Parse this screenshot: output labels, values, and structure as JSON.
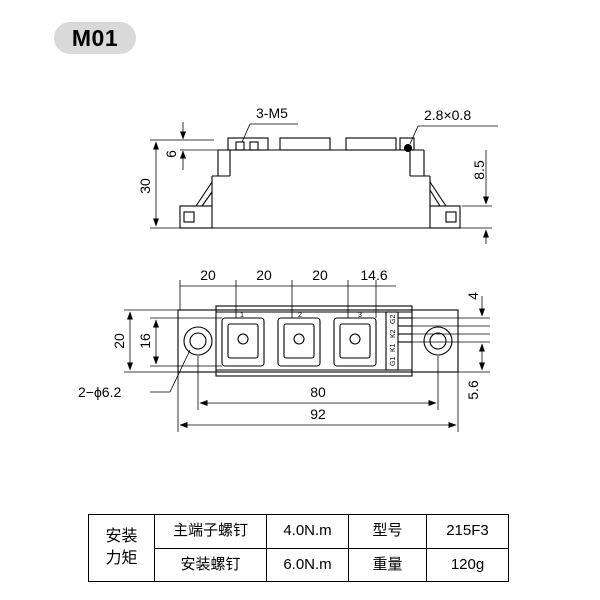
{
  "model": "M01",
  "side_view": {
    "dims": {
      "height_total": "30",
      "terminal_h": "6",
      "mount_h": "8.5",
      "screws": "3-M5",
      "tab": "2.8×0.8"
    }
  },
  "top_view": {
    "dims": {
      "pitch_1": "20",
      "pitch_2": "20",
      "pitch_3": "20",
      "pitch_4": "14.6",
      "width_outer": "20",
      "width_inner": "16",
      "tab_spacing": "4",
      "tab_offset": "5.6",
      "hole_pitch": "80",
      "length": "92",
      "holes": "2−ϕ6.2"
    },
    "terminal_numbers": [
      "1",
      "2",
      "3"
    ],
    "pin_labels": [
      "G1",
      "K1",
      "K2",
      "G2"
    ]
  },
  "spec_table": {
    "category": [
      "安装",
      "力矩"
    ],
    "rows": [
      {
        "label": "主端子螺钉",
        "value": "4.0N.m",
        "prop": "型号",
        "prop_value": "215F3"
      },
      {
        "label": "安装螺钉",
        "value": "6.0N.m",
        "prop": "重量",
        "prop_value": "120g"
      }
    ]
  }
}
